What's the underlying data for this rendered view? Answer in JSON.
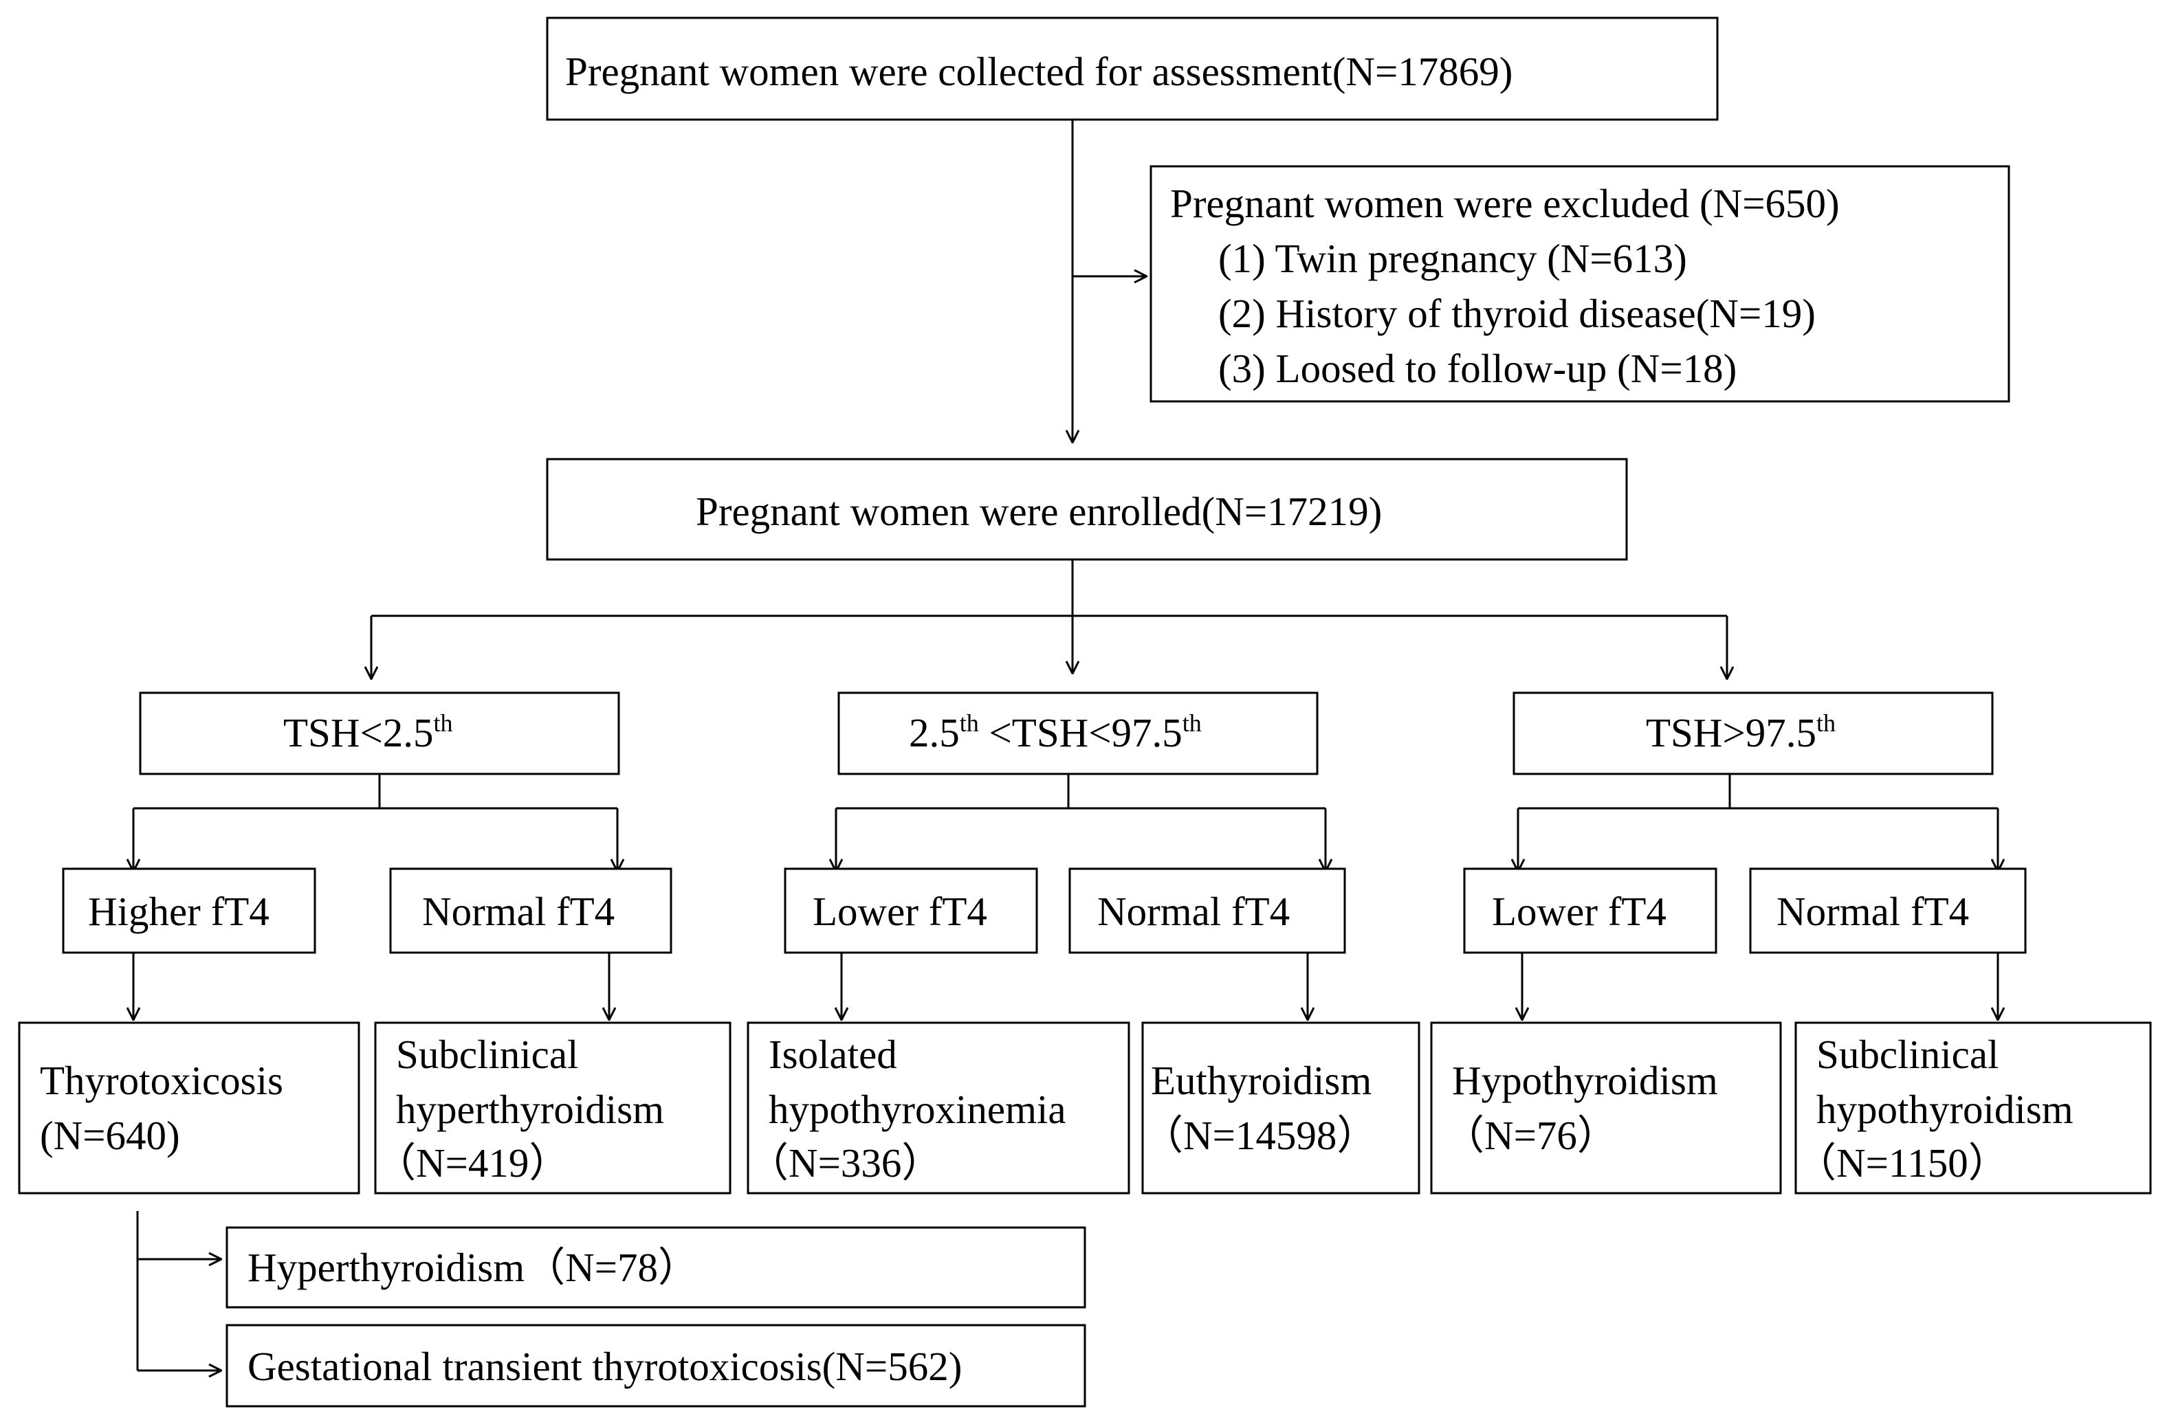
{
  "flowchart": {
    "collected": "Pregnant women were collected for  assessment(N=17869)",
    "excluded": {
      "title": "Pregnant women were excluded (N=650)",
      "items": [
        "(1) Twin pregnancy (N=613)",
        "(2) History of thyroid disease(N=19)",
        "(3) Loosed to follow-up (N=18)"
      ]
    },
    "enrolled": "Pregnant women were enrolled(N=17219)",
    "groups": {
      "low": {
        "a": "TSH<2.5",
        "a_sup": "th"
      },
      "mid": {
        "a": "2.5",
        "a_sup": "th",
        "b": " <TSH<97.5",
        "b_sup": "th"
      },
      "high": {
        "a": "TSH>97.5",
        "a_sup": "th"
      }
    },
    "ft4": {
      "low_higher": "Higher fT4",
      "low_normal": "Normal fT4",
      "mid_lower": "Lower fT4",
      "mid_normal": "Normal fT4",
      "high_lower": "Lower fT4",
      "high_normal": "Normal fT4"
    },
    "outcomes": {
      "thyrotoxicosis": [
        "Thyrotoxicosis",
        "(N=640)"
      ],
      "subclinical_hyper": [
        "Subclinical",
        "hyperthyroidism",
        "（N=419）"
      ],
      "isolated_hypo": [
        "Isolated",
        "hypothyroxinemia",
        "（N=336）"
      ],
      "euthyroidism": [
        "Euthyroidism",
        "（N=14598）"
      ],
      "hypothyroidism": [
        "Hypothyroidism",
        "（N=76）"
      ],
      "subclinical_hypo": [
        "Subclinical",
        "hypothyroidism",
        "（N=1150）"
      ]
    },
    "subtypes": {
      "hyperthyroidism": "Hyperthyroidism（N=78）",
      "gestational": "Gestational transient thyrotoxicosis(N=562)"
    }
  }
}
